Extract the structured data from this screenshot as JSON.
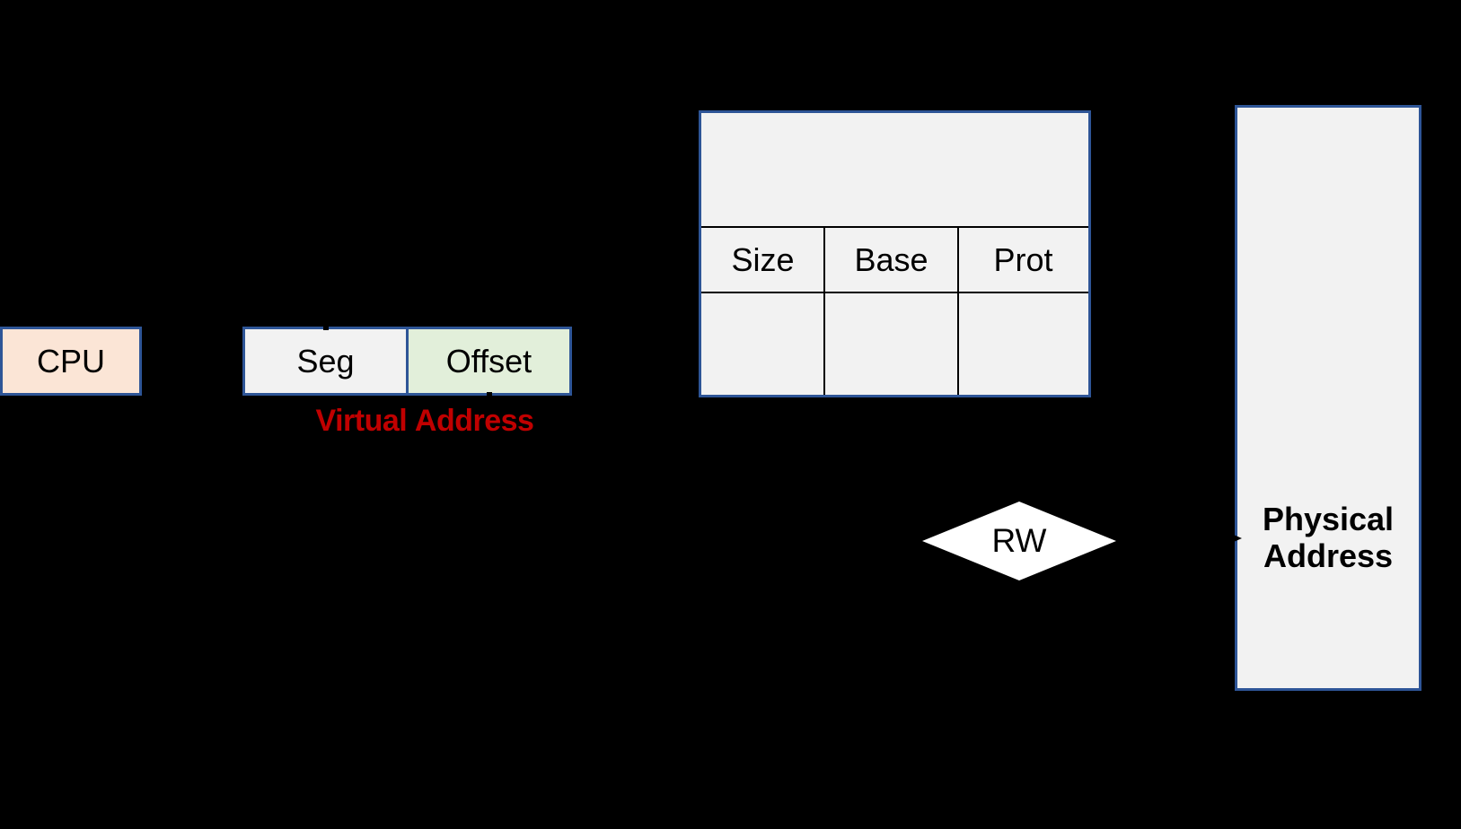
{
  "colors": {
    "background": "#000000",
    "box_border": "#2e5597",
    "cpu_fill": "#fbe5d6",
    "seg_fill": "#f2f2f2",
    "offset_fill": "#e2efda",
    "table_fill": "#f2f2f2",
    "physical_fill": "#f2f2f2",
    "diamond_fill": "#ffffff",
    "caption_color": "#c00000",
    "text_color": "#000000"
  },
  "cpu": {
    "label": "CPU"
  },
  "virtual_address": {
    "seg_label": "Seg",
    "offset_label": "Offset",
    "caption": "Virtual Address"
  },
  "segment_table": {
    "columns": [
      "Size",
      "Base",
      "Prot"
    ],
    "rows": [
      [
        "",
        "",
        ""
      ]
    ]
  },
  "rw_check": {
    "label": "RW"
  },
  "physical": {
    "label": "Physical Address"
  }
}
